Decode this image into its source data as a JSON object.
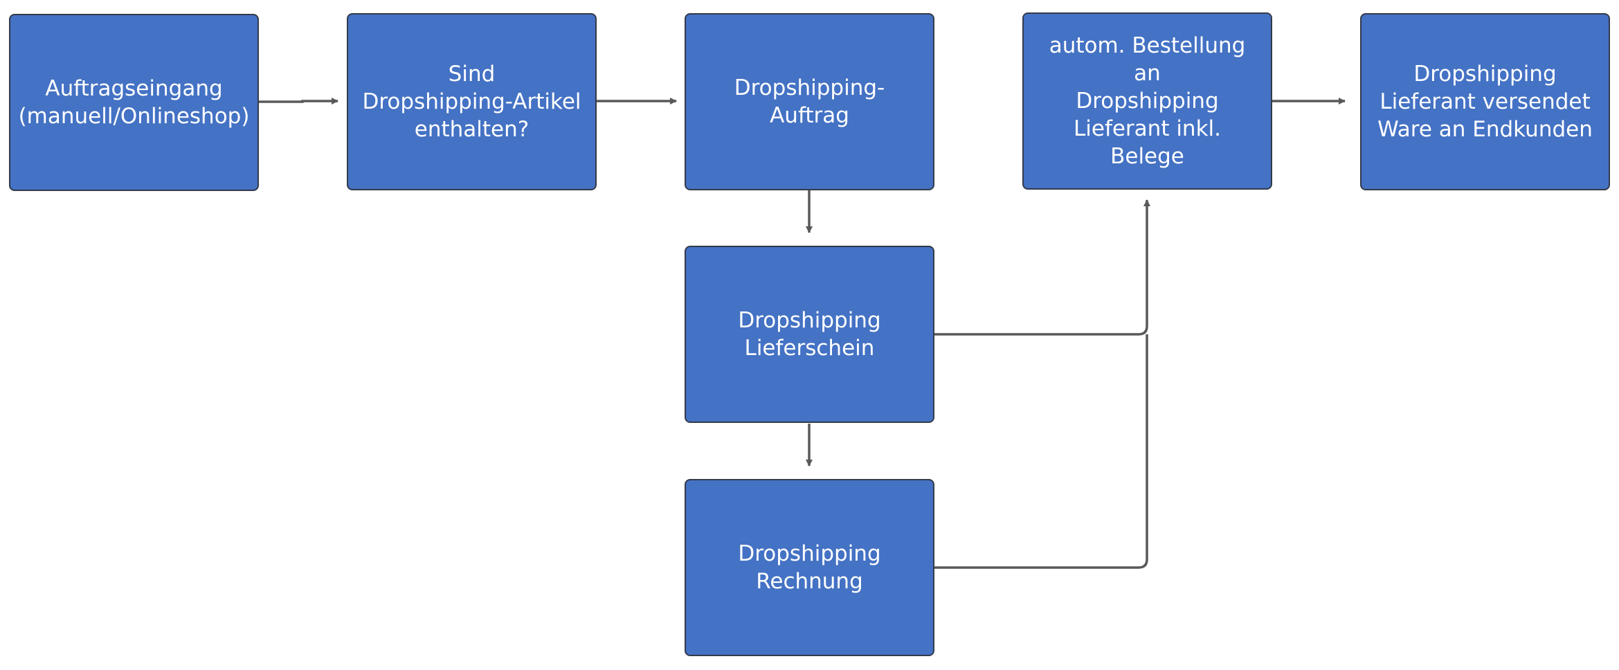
{
  "diagram": {
    "colors": {
      "node_fill": "#4472c4",
      "node_border": "#333a4a",
      "node_text": "#ffffff",
      "connector": "#595959",
      "background": "#ffffff"
    },
    "nodes": [
      {
        "id": "auftragseingang",
        "label": "Auftragseingang\n(manuell/Onlineshop)"
      },
      {
        "id": "pruefung",
        "label": "Sind\nDropshipping-Artikel\nenthalten?"
      },
      {
        "id": "dropshipping-auftrag",
        "label": "Dropshipping-Auftrag"
      },
      {
        "id": "bestellung",
        "label": "autom. Bestellung an\nDropshipping\nLieferant inkl. Belege"
      },
      {
        "id": "versand",
        "label": "Dropshipping\nLieferant versendet\nWare an Endkunden"
      },
      {
        "id": "lieferschein",
        "label": "Dropshipping\nLieferschein"
      },
      {
        "id": "rechnung",
        "label": "Dropshipping\nRechnung"
      }
    ],
    "edges": [
      {
        "from": "auftragseingang",
        "to": "pruefung"
      },
      {
        "from": "pruefung",
        "to": "dropshipping-auftrag"
      },
      {
        "from": "dropshipping-auftrag",
        "to": "lieferschein"
      },
      {
        "from": "lieferschein",
        "to": "rechnung"
      },
      {
        "from": "lieferschein",
        "to": "bestellung"
      },
      {
        "from": "rechnung",
        "to": "bestellung"
      },
      {
        "from": "bestellung",
        "to": "versand"
      }
    ]
  }
}
